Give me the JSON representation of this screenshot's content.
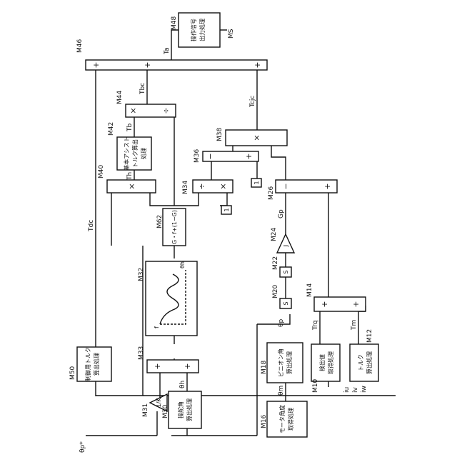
{
  "diagram": {
    "blocks": {
      "m10": {
        "ref": "M10",
        "lines": [
          "検出値",
          "取得処理"
        ]
      },
      "m12": {
        "ref": "M12",
        "lines": [
          "トルク",
          "算出処理"
        ]
      },
      "m14": {
        "ref": "M14",
        "left": "+",
        "right": "+"
      },
      "m16": {
        "ref": "M16",
        "lines": [
          "モータ角度",
          "取得処理"
        ]
      },
      "m18": {
        "ref": "M18",
        "lines": [
          "ピニオン角",
          "算出処理"
        ]
      },
      "m20": {
        "ref": "M20",
        "symbol": "S"
      },
      "m22": {
        "ref": "M22",
        "symbol": "S"
      },
      "m24": {
        "ref": "M24",
        "symbol": "J"
      },
      "m26": {
        "ref": "M26",
        "left": "−",
        "right": "+"
      },
      "m30": {
        "ref": "M30",
        "lines": [
          "操舵角",
          "算出処理"
        ]
      },
      "m31": {
        "ref": "M31",
        "symbol": "1/K"
      },
      "m32": {
        "ref": "M32",
        "f_label": "f",
        "axis_label": "θh"
      },
      "m33": {
        "ref": "M33",
        "left": "+",
        "right": "+"
      },
      "m34": {
        "ref": "M34",
        "left": "÷",
        "right": "×"
      },
      "m34_const": "1",
      "m36": {
        "ref": "M36",
        "left": "−",
        "right": "+"
      },
      "m36_const": "1",
      "m38": {
        "ref": "M38",
        "symbol": "×"
      },
      "m40": {
        "ref": "M40",
        "symbol": "×"
      },
      "m42": {
        "ref": "M42",
        "lines": [
          "基本アシスト",
          "トルク算出",
          "処理"
        ]
      },
      "m44": {
        "ref": "M44",
        "left": "×",
        "right": "÷"
      },
      "m46": {
        "ref": "M46",
        "plus1": "+",
        "plus2": "+",
        "plus3": "+"
      },
      "m48": {
        "ref": "M48",
        "lines": [
          "操作信号",
          "出力処理"
        ]
      },
      "m50": {
        "ref": "M50",
        "lines": [
          "制御用トルク",
          "算出処理"
        ]
      },
      "m62": {
        "ref": "M62",
        "formula": "G・f+(1−G)"
      }
    },
    "signals": {
      "iu": "iu",
      "iv": "iv",
      "iw": "iw",
      "trq": "Trq",
      "tm": "Tm",
      "theta_m": "θm",
      "theta_p": "θp",
      "theta_h": "θh",
      "gp": "Gp",
      "th": "Th",
      "tb": "Tb",
      "tbc": "Tbc",
      "tcjc": "Tcjc",
      "tdc": "Tdc",
      "ta": "Ta",
      "ms": "MS",
      "theta_p_star": "θp*"
    }
  }
}
